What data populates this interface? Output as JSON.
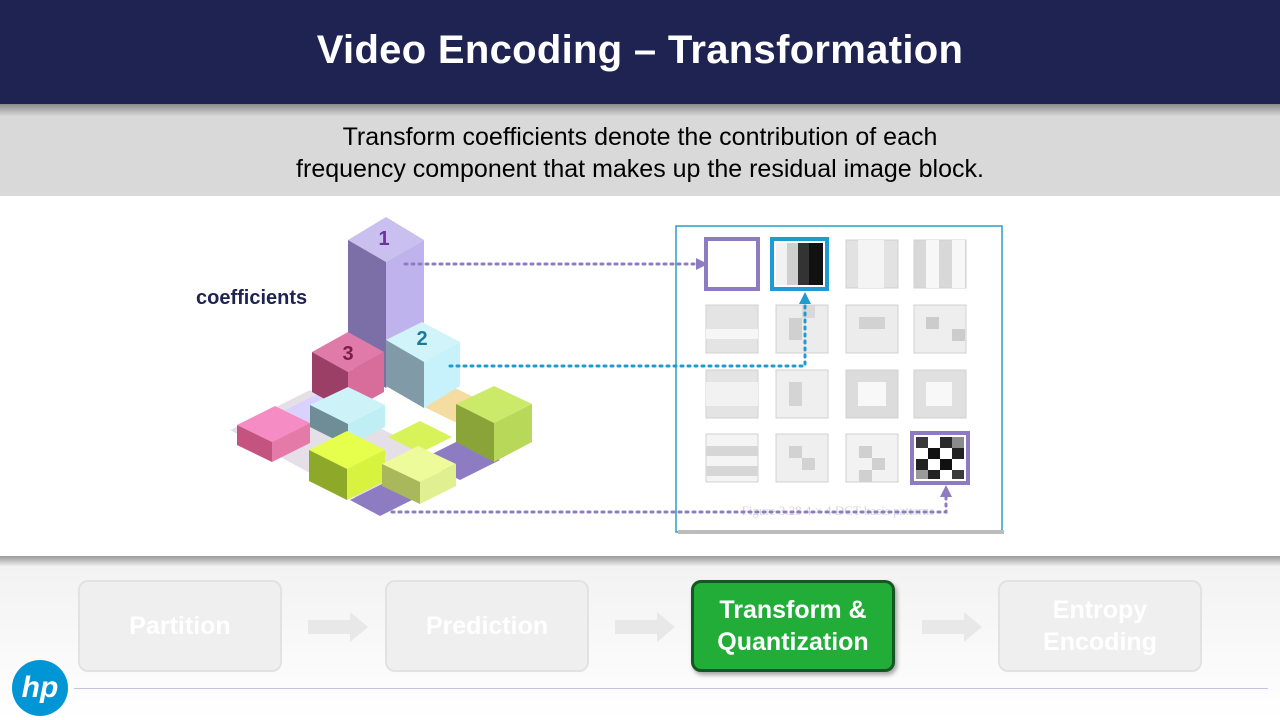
{
  "slide": {
    "title": "Video Encoding – Transformation",
    "subtitle_line1": "Transform coefficients denote the contribution of each",
    "subtitle_line2": "frequency component that makes up the residual image block."
  },
  "figure": {
    "coefficients_label": "coefficients",
    "bar_labels": [
      "1",
      "2",
      "3"
    ],
    "dct_caption": "Figure 3.28   4 × 4 DCT basis patterns",
    "highlight_colors": {
      "purple": "#8e7cc3",
      "blue": "#1f9bd1"
    }
  },
  "pipeline": {
    "steps": [
      {
        "label": "Partition",
        "active": false
      },
      {
        "label": "Prediction",
        "active": false
      },
      {
        "label": "Transform & Quantization",
        "active": true
      },
      {
        "label": "Entropy Encoding",
        "active": false
      }
    ]
  },
  "logo": {
    "text": "hp"
  },
  "colors": {
    "title_bg": "#1e2352",
    "active_step": "#22ac38"
  }
}
